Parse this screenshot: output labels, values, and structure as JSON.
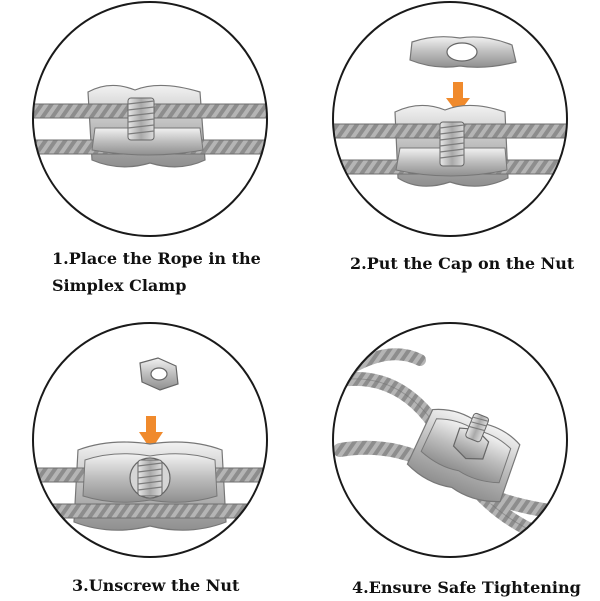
{
  "steps": [
    {
      "caption_line1": "1.Place the Rope in the",
      "caption_line2": "Simplex Clamp",
      "icon": "rope-in-clamp"
    },
    {
      "caption": "2.Put the Cap on the Nut",
      "icon": "cap-on-nut",
      "arrow_color": "#f08a2c"
    },
    {
      "caption": "3.Unscrew the Nut",
      "icon": "unscrew-nut",
      "arrow_color": "#f08a2c"
    },
    {
      "caption": "4.Ensure Safe Tightening",
      "icon": "tightened-clamp"
    }
  ],
  "colors": {
    "circle_outline": "#1a1a1a",
    "rope": "#8a8a8a",
    "clamp_metal": "#c8c8c8",
    "arrow": "#f08a2c"
  }
}
